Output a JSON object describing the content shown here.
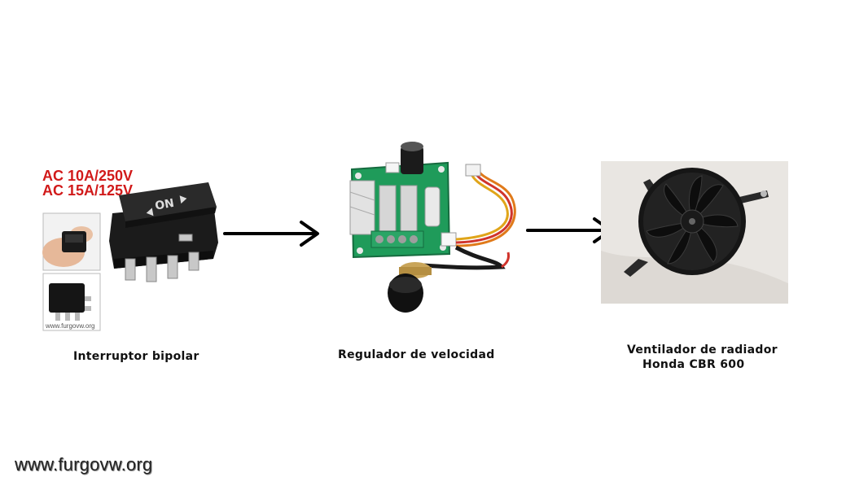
{
  "nodes": {
    "switch": {
      "caption": "Interruptor bipolar",
      "rating_line1": "AC 10A/250V",
      "rating_line2": "AC 15A/125V",
      "switch_face_text": "ON",
      "thumb_watermark": "www.furgovw.org"
    },
    "regulator": {
      "caption": "Regulador de velocidad"
    },
    "fan": {
      "caption_line1": "Ventilador de radiador",
      "caption_line2": "Honda CBR 600"
    }
  },
  "footer": {
    "watermark": "www.furgovw.org"
  },
  "colors": {
    "rating_red": "#d11a1a",
    "pcb_green": "#1f9b5a",
    "arrow": "#000000",
    "fan_body": "#111111",
    "fan_bg": "#e9e6e2"
  }
}
